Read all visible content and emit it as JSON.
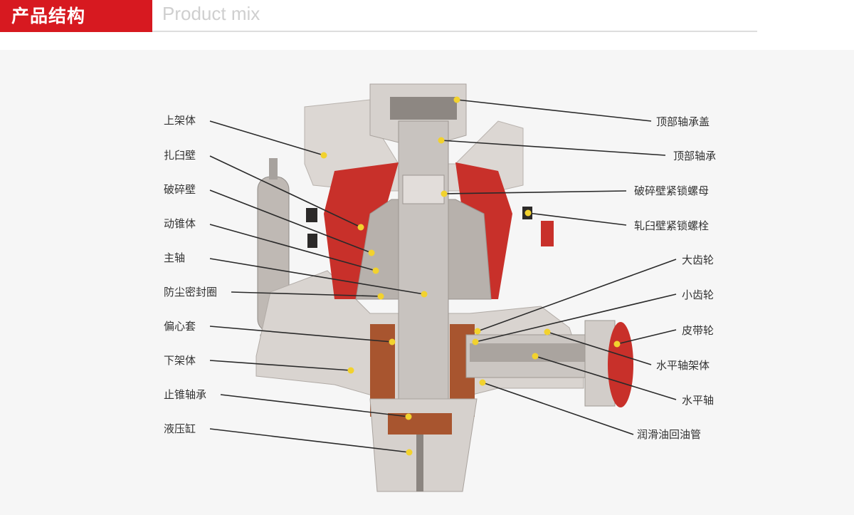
{
  "header": {
    "title": "产品结构",
    "subtitle": "Product mix"
  },
  "colors": {
    "accent": "#d71920",
    "dot": "#f2d22e",
    "machine_gray": "#d8d4d0",
    "liner_red": "#c8302a"
  },
  "left_labels": [
    {
      "id": "upper-frame",
      "text": "上架体"
    },
    {
      "id": "bowl-liner",
      "text": "扎臼壁"
    },
    {
      "id": "mantle",
      "text": "破碎壁"
    },
    {
      "id": "moving-cone",
      "text": "动锥体"
    },
    {
      "id": "main-shaft",
      "text": "主轴"
    },
    {
      "id": "dust-seal",
      "text": "防尘密封圈"
    },
    {
      "id": "eccentric-sleeve",
      "text": "偏心套"
    },
    {
      "id": "lower-frame",
      "text": "下架体"
    },
    {
      "id": "thrust-bearing",
      "text": "止锥轴承"
    },
    {
      "id": "hydraulic-cylinder",
      "text": "液压缸"
    }
  ],
  "right_labels": [
    {
      "id": "top-bearing-cap",
      "text": "顶部轴承盖"
    },
    {
      "id": "top-bearing",
      "text": "顶部轴承"
    },
    {
      "id": "mantle-lock-nut",
      "text": "破碎壁紧锁螺母"
    },
    {
      "id": "bowl-liner-bolt",
      "text": "轧臼壁紧锁螺栓"
    },
    {
      "id": "bevel-gear",
      "text": "大齿轮"
    },
    {
      "id": "pinion",
      "text": "小齿轮"
    },
    {
      "id": "pulley",
      "text": "皮带轮"
    },
    {
      "id": "countershaft-housing",
      "text": "水平轴架体"
    },
    {
      "id": "countershaft",
      "text": "水平轴"
    },
    {
      "id": "oil-return-pipe",
      "text": "润滑油回油管"
    }
  ]
}
